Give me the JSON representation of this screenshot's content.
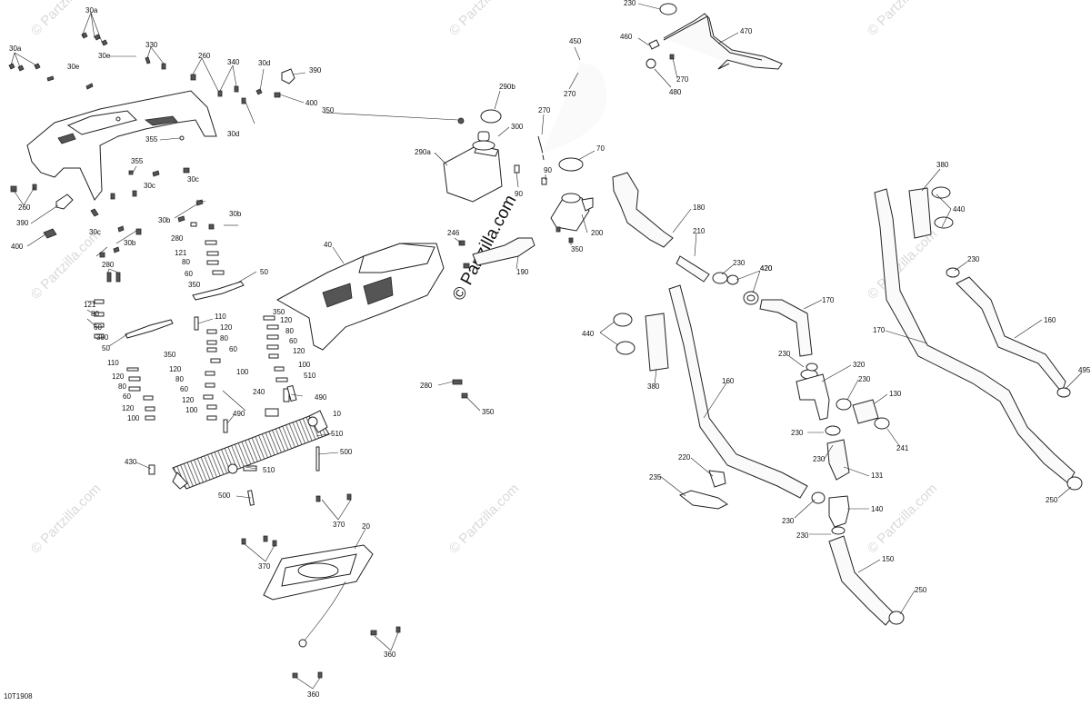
{
  "diagram_id": "10T1908",
  "watermark": {
    "text": "© Partzilla.com",
    "center_text": "© Partzilla.com"
  },
  "callouts": [
    "30a",
    "30a",
    "30e",
    "330",
    "260",
    "340",
    "30d",
    "390",
    "400",
    "30e",
    "30d",
    "355",
    "355",
    "30c",
    "30c",
    "30c",
    "30b",
    "30b",
    "30b",
    "260",
    "390",
    "400",
    "280",
    "121",
    "80",
    "60",
    "350",
    "50",
    "280",
    "121",
    "80",
    "60",
    "350",
    "50",
    "110",
    "120",
    "80",
    "60",
    "100",
    "350",
    "120",
    "80",
    "60",
    "120",
    "100",
    "110",
    "120",
    "80",
    "60",
    "120",
    "100",
    "350",
    "120",
    "80",
    "60",
    "120",
    "100",
    "510",
    "240",
    "490",
    "490",
    "10",
    "510",
    "500",
    "430",
    "510",
    "500",
    "370",
    "20",
    "370",
    "360",
    "360",
    "40",
    "246",
    "190",
    "280",
    "350",
    "350",
    "290b",
    "300",
    "290a",
    "270",
    "90",
    "90",
    "70",
    "200",
    "350",
    "450",
    "270",
    "230",
    "460",
    "480",
    "270",
    "470",
    "180",
    "210",
    "230",
    "420",
    "420",
    "170",
    "440",
    "380",
    "230",
    "320",
    "230",
    "130",
    "241",
    "230",
    "230",
    "131",
    "220",
    "235",
    "160",
    "230",
    "140",
    "230",
    "150",
    "250",
    "380",
    "440",
    "230",
    "170",
    "160",
    "495",
    "250"
  ]
}
